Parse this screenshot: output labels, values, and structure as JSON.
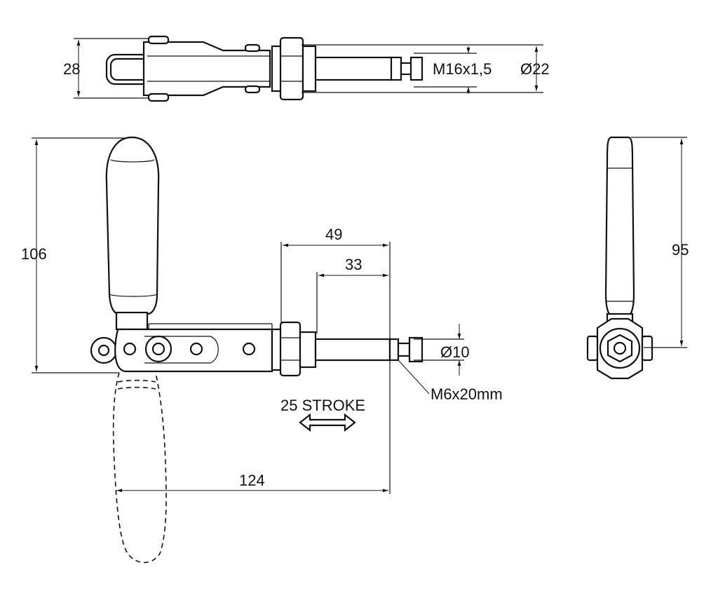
{
  "top_view": {
    "width": "28",
    "thread": "M16x1,5",
    "diameter": "Ø22"
  },
  "side_view": {
    "height": "106",
    "stroke_total": "49",
    "stroke_inner": "33",
    "rod_diameter": "Ø10",
    "spindle": "M6x20mm",
    "stroke": "25 STROKE",
    "length": "124"
  },
  "end_view": {
    "height": "95"
  }
}
